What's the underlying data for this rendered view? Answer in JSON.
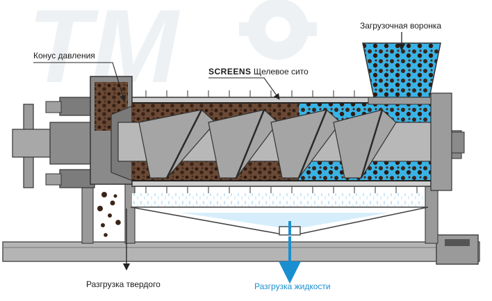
{
  "labels": {
    "hopper": "Загрузочная воронка",
    "pressure_cone": "Конус давления",
    "screens_en": "SCREENS",
    "screens_ru": "Щелевое сито",
    "solid_discharge": "Разгрузка твердого",
    "liquid_discharge": "Разгрузка жидкости"
  },
  "watermark": "TM",
  "colors": {
    "machine_gray": "#8c8c8c",
    "machine_dark": "#5a5a5a",
    "material_brown": "#3a2418",
    "liquid_blue": "#2a9fd6",
    "hopper_water": "#39b3e6",
    "label_blue": "#1a8fd0"
  }
}
